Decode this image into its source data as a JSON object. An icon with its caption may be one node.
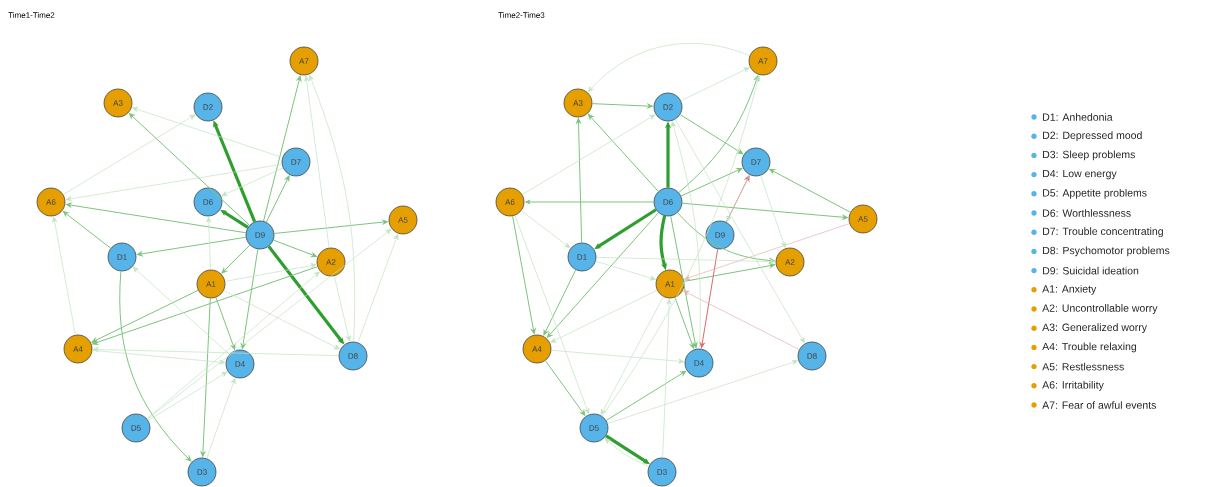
{
  "diagram": {
    "nodes": [
      {
        "text": [
          "D1"
        ]
      },
      {
        "text": [
          "D2"
        ]
      },
      {
        "text": [
          "D3"
        ]
      },
      {
        "text": [
          "D4"
        ]
      },
      {
        "text": [
          "D5"
        ]
      },
      {
        "text": [
          "D6"
        ]
      },
      {
        "text": [
          "D7"
        ]
      },
      {
        "text": [
          "D8"
        ]
      },
      {
        "text": [
          "D9"
        ]
      },
      {
        "text": [
          "A1"
        ]
      },
      {
        "text": [
          "A2"
        ]
      },
      {
        "text": [
          "A3"
        ]
      },
      {
        "text": [
          "A4"
        ]
      },
      {
        "text": [
          "A5"
        ]
      },
      {
        "text": [
          "A6"
        ]
      },
      {
        "text": [
          "A7"
        ]
      },
      {
        "text": [
          "D1"
        ]
      },
      {
        "text": [
          "D2"
        ]
      },
      {
        "text": [
          "D3"
        ]
      },
      {
        "text": [
          "D4"
        ]
      },
      {
        "text": [
          "D5"
        ]
      },
      {
        "text": [
          "D6"
        ]
      },
      {
        "text": [
          "D7"
        ]
      },
      {
        "text": [
          "D8"
        ]
      },
      {
        "text": [
          "D9"
        ]
      },
      {
        "text": [
          "A1"
        ]
      },
      {
        "text": [
          "A2"
        ]
      },
      {
        "text": [
          "A3"
        ]
      },
      {
        "text": [
          "A4"
        ]
      },
      {
        "text": [
          "A5"
        ]
      },
      {
        "text": [
          "A6"
        ]
      },
      {
        "text": [
          "A7"
        ]
      }
    ],
    "edges": [
      {
        "from": 8,
        "to": 1,
        "arrow": "to",
        "style": "thick",
        "color": "#2e9e2e"
      },
      {
        "from": 8,
        "to": 5,
        "arrow": "to",
        "style": "thick",
        "color": "#2e9e2e"
      },
      {
        "from": 8,
        "to": 7,
        "arrow": "to",
        "style": "thick",
        "color": "#2e9e2e"
      },
      {
        "from": 8,
        "to": 11,
        "arrow": "to"
      },
      {
        "from": 8,
        "to": 14,
        "arrow": "to"
      },
      {
        "from": 8,
        "to": 13,
        "arrow": "to"
      },
      {
        "from": 8,
        "to": 0,
        "arrow": "to"
      },
      {
        "from": 8,
        "to": 15,
        "arrow": "to"
      },
      {
        "from": 8,
        "to": 6,
        "arrow": "to"
      },
      {
        "from": 8,
        "to": 3,
        "arrow": "to"
      },
      {
        "from": 8,
        "to": 10,
        "arrow": "to"
      },
      {
        "from": 8,
        "to": 9,
        "arrow": "to"
      },
      {
        "from": 0,
        "to": 2,
        "arrow": "to"
      },
      {
        "from": 9,
        "to": 3,
        "arrow": "to"
      },
      {
        "from": 0,
        "to": 14,
        "arrow": "to"
      },
      {
        "from": 9,
        "to": 12,
        "arrow": "to"
      },
      {
        "from": 10,
        "to": 12,
        "arrow": "to"
      },
      {
        "from": 9,
        "to": 2,
        "arrow": "to"
      },
      {
        "from": 6,
        "to": 11,
        "arrow": "to",
        "color": "#c2e3c2"
      },
      {
        "from": 6,
        "to": 14,
        "arrow": "to",
        "color": "#c2e3c2"
      },
      {
        "from": 12,
        "to": 14,
        "arrow": "to",
        "color": "#c2e3c2"
      },
      {
        "from": 7,
        "to": 13,
        "arrow": "to",
        "color": "#c2e3c2"
      },
      {
        "from": 4,
        "to": 13,
        "arrow": "to",
        "color": "#c2e3c2"
      },
      {
        "from": 7,
        "to": 15,
        "arrow": "to",
        "color": "#c2e3c2"
      },
      {
        "from": 10,
        "to": 15,
        "arrow": "to",
        "color": "#c2e3c2"
      },
      {
        "from": 9,
        "to": 10,
        "arrow": "to",
        "color": "#c2e3c2"
      },
      {
        "from": 4,
        "to": 10,
        "arrow": "to",
        "color": "#c2e3c2"
      },
      {
        "from": 7,
        "to": 12,
        "arrow": "to",
        "color": "#c2e3c2"
      },
      {
        "from": 4,
        "to": 3,
        "arrow": "to",
        "color": "#c2e3c2"
      },
      {
        "from": 2,
        "to": 3,
        "arrow": "to",
        "color": "#c2e3c2"
      },
      {
        "from": 9,
        "to": 5,
        "arrow": "to",
        "color": "#c2e3c2"
      },
      {
        "from": 14,
        "to": 1,
        "arrow": "to",
        "color": "#c2e3c2"
      },
      {
        "from": 9,
        "to": 7,
        "arrow": "to",
        "color": "#c2e3c2"
      },
      {
        "from": 6,
        "to": 5,
        "arrow": "to",
        "color": "#c2e3c2"
      },
      {
        "from": 12,
        "to": 3,
        "arrow": "to",
        "color": "#c2e3c2"
      },
      {
        "from": 3,
        "to": 0,
        "arrow": "to",
        "color": "#c2e3c2"
      },
      {
        "from": 10,
        "to": 7,
        "arrow": "to",
        "color": "#c2e3c2"
      },
      {
        "from": 21,
        "to": 17,
        "arrow": "to",
        "style": "thick",
        "color": "#2e9e2e"
      },
      {
        "from": 21,
        "to": 25,
        "arrow": "to",
        "style": "thick",
        "color": "#2e9e2e"
      },
      {
        "from": 21,
        "to": 16,
        "arrow": "to",
        "style": "thick",
        "color": "#2e9e2e"
      },
      {
        "from": 20,
        "to": 18,
        "arrow": "to",
        "style": "thick",
        "color": "#2e9e2e"
      },
      {
        "from": 16,
        "to": 27,
        "arrow": "to"
      },
      {
        "from": 21,
        "to": 27,
        "arrow": "to"
      },
      {
        "from": 21,
        "to": 30,
        "arrow": "to"
      },
      {
        "from": 21,
        "to": 31,
        "arrow": "to"
      },
      {
        "from": 21,
        "to": 22,
        "arrow": "to"
      },
      {
        "from": 21,
        "to": 29,
        "arrow": "to"
      },
      {
        "from": 21,
        "to": 26,
        "arrow": "to"
      },
      {
        "from": 21,
        "to": 28,
        "arrow": "to"
      },
      {
        "from": 29,
        "to": 22,
        "arrow": "to"
      },
      {
        "from": 30,
        "to": 28,
        "arrow": "to"
      },
      {
        "from": 28,
        "to": 20,
        "arrow": "to"
      },
      {
        "from": 20,
        "to": 19,
        "arrow": "to"
      },
      {
        "from": 25,
        "to": 26,
        "arrow": "to"
      },
      {
        "from": 25,
        "to": 19,
        "arrow": "to"
      },
      {
        "from": 21,
        "to": 19,
        "arrow": "to"
      },
      {
        "from": 16,
        "to": 28,
        "arrow": "to"
      },
      {
        "from": 17,
        "to": 22,
        "arrow": "to"
      },
      {
        "from": 27,
        "to": 17,
        "arrow": "to"
      },
      {
        "from": 24,
        "to": 22,
        "arrow": "to",
        "color": "#d9686b"
      },
      {
        "from": 24,
        "to": 19,
        "arrow": "to",
        "color": "#d9686b"
      },
      {
        "from": 29,
        "to": 25,
        "arrow": "to",
        "color": "#e6b0b0"
      },
      {
        "from": 23,
        "to": 25,
        "arrow": "to",
        "color": "#e6b0b0"
      },
      {
        "from": 31,
        "to": 27,
        "arrow": "to",
        "color": "#c2e3c2"
      },
      {
        "from": 17,
        "to": 31,
        "arrow": "to",
        "color": "#c2e3c2"
      },
      {
        "from": 30,
        "to": 17,
        "arrow": "to",
        "color": "#c2e3c2"
      },
      {
        "from": 30,
        "to": 16,
        "arrow": "to",
        "color": "#c2e3c2"
      },
      {
        "from": 16,
        "to": 26,
        "arrow": "to",
        "color": "#c2e3c2"
      },
      {
        "from": 16,
        "to": 25,
        "arrow": "to",
        "color": "#c2e3c2"
      },
      {
        "from": 17,
        "to": 23,
        "arrow": "to",
        "color": "#c2e3c2"
      },
      {
        "from": 22,
        "to": 24,
        "arrow": "to",
        "color": "#c2e3c2"
      },
      {
        "from": 22,
        "to": 26,
        "arrow": "to",
        "color": "#c2e3c2"
      },
      {
        "from": 25,
        "to": 28,
        "arrow": "to",
        "color": "#c2e3c2"
      },
      {
        "from": 28,
        "to": 19,
        "arrow": "to",
        "color": "#c2e3c2"
      },
      {
        "from": 20,
        "to": 23,
        "arrow": "to",
        "color": "#c2e3c2"
      },
      {
        "from": 18,
        "to": 25,
        "arrow": "to",
        "color": "#c2e3c2"
      },
      {
        "from": 18,
        "to": 20,
        "arrow": "to",
        "color": "#c2e3c2"
      },
      {
        "from": 25,
        "to": 20,
        "arrow": "to",
        "color": "#c2e3c2"
      },
      {
        "from": 30,
        "to": 20,
        "arrow": "to",
        "color": "#c2e3c2"
      },
      {
        "from": 20,
        "to": 31,
        "arrow": "to",
        "color": "#c2e3c2"
      },
      {
        "from": 19,
        "to": 17,
        "arrow": "to",
        "color": "#c2e3c2"
      }
    ],
    "labels": [
      "Time1-Time2",
      "Time2-Time3"
    ],
    "legend": [
      {
        "text": "D1: Anhedonia",
        "color": "#56b4e9"
      },
      {
        "text": "D2: Depressed mood",
        "color": "#56b4e9"
      },
      {
        "text": "D3: Sleep problems",
        "color": "#56b4e9"
      },
      {
        "text": "D4: Low energy",
        "color": "#56b4e9"
      },
      {
        "text": "D5: Appetite problems",
        "color": "#56b4e9"
      },
      {
        "text": "D6: Worthlessness",
        "color": "#56b4e9"
      },
      {
        "text": "D7: Trouble concentrating",
        "color": "#56b4e9"
      },
      {
        "text": "D8: Psychomotor problems",
        "color": "#56b4e9"
      },
      {
        "text": "D9: Suicidal ideation",
        "color": "#56b4e9"
      },
      {
        "text": "A1: Anxiety",
        "color": "#e69f00"
      },
      {
        "text": "A2: Uncontrollable worry",
        "color": "#e69f00"
      },
      {
        "text": "A3: Generalized worry",
        "color": "#e69f00"
      },
      {
        "text": "A4: Trouble relaxing",
        "color": "#e69f00"
      },
      {
        "text": "A5: Restlessness",
        "color": "#e69f00"
      },
      {
        "text": "A6: Irritability",
        "color": "#e69f00"
      },
      {
        "text": "A7: Fear of awful events",
        "color": "#e69f00"
      }
    ]
  }
}
